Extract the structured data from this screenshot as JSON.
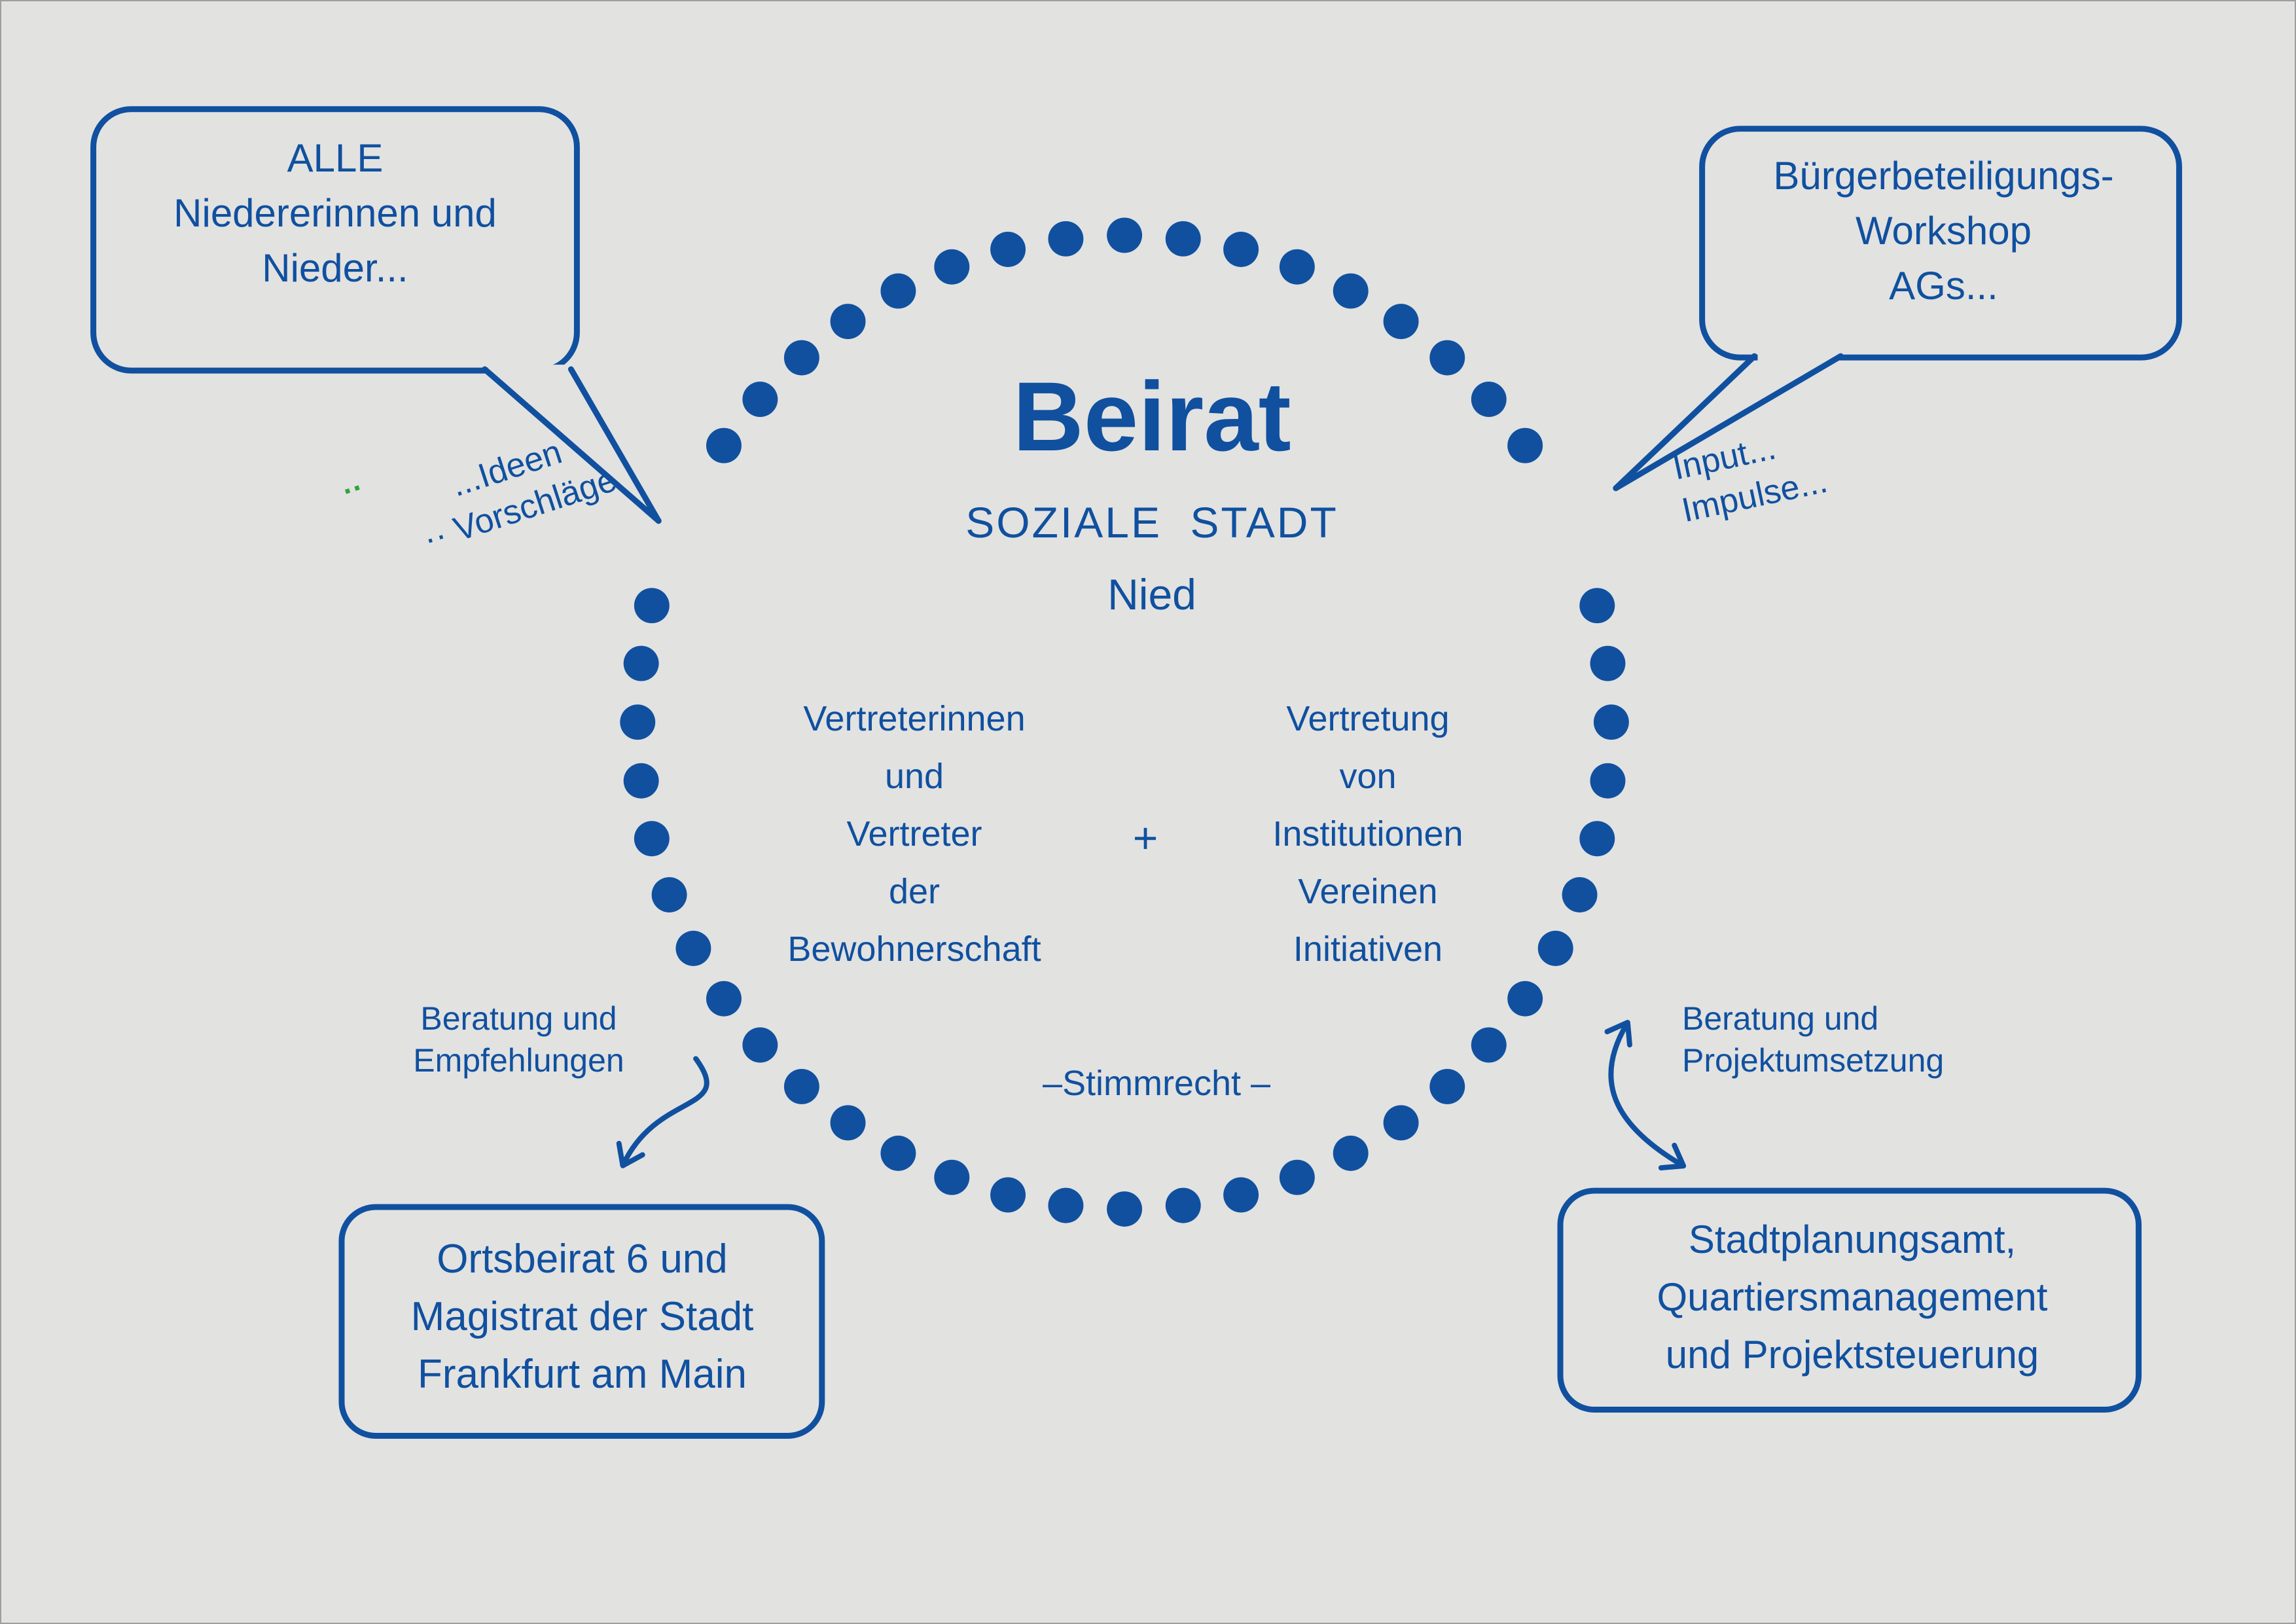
{
  "colors": {
    "blue": "#10509f",
    "background": "#e2e2e1",
    "green": "#2fa43c"
  },
  "center": {
    "title": "Beirat",
    "subtitle1": "SOZIALE STADT",
    "subtitle2": "Nied",
    "left_column": {
      "lines": [
        "Vertreterinnen",
        "und",
        "Vertreter",
        "der",
        "Bewohnerschaft"
      ]
    },
    "plus": "+",
    "right_column": {
      "lines": [
        "Vertretung",
        "von",
        "Institutionen",
        "Vereinen",
        "Initiativen"
      ]
    },
    "voting": "–Stimmrecht  –"
  },
  "bubbles": {
    "top_left": {
      "lines": [
        "ALLE",
        "Niedererinnen und",
        "Nieder..."
      ]
    },
    "top_right": {
      "lines": [
        "Bürgerbeteiligungs-",
        "Workshop",
        "AGs..."
      ]
    }
  },
  "boxes": {
    "bottom_left": {
      "lines": [
        "Ortsbeirat 6 und",
        "Magistrat der Stadt",
        "Frankfurt am Main"
      ]
    },
    "bottom_right": {
      "lines": [
        "Stadtplanungsamt,",
        "Quartiersmanagement",
        "und Projektsteuerung"
      ]
    }
  },
  "annotations": {
    "ideen": {
      "line1": "...Ideen",
      "line2": "·· Vorschläge"
    },
    "green_mark": "··",
    "input": {
      "line1": "Input...",
      "line2": "Impulse..."
    },
    "advice_left": {
      "line1": "Beratung und",
      "line2": "Empfehlungen"
    },
    "advice_right": {
      "line1": "Beratung und",
      "line2": "Projektumsetzung"
    }
  }
}
